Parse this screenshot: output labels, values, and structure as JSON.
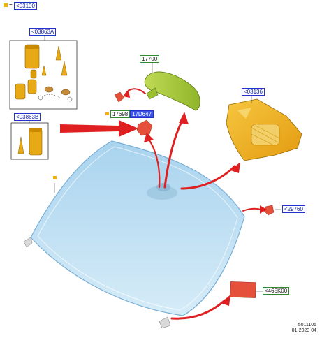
{
  "header": {
    "prefix": "=",
    "ref": "<03100"
  },
  "callouts": {
    "kit_a": "<03863A",
    "kit_b": "<03863B",
    "mirror": "17700",
    "cover_small": "17698",
    "bracket": "17D647",
    "console": "<03136",
    "clip": "<29760",
    "label": "<465K00"
  },
  "footer": {
    "code": "5011105",
    "date": "01-2023 04"
  },
  "colors": {
    "arrow": "#e02020",
    "glass": "#bcdcef",
    "mirror": "#a8c83a",
    "console": "#f0b21c",
    "part_red": "#e4503a",
    "marker": "#f2b300",
    "callout_border": "#2233cc",
    "callout_green": "#2f8a2f"
  }
}
